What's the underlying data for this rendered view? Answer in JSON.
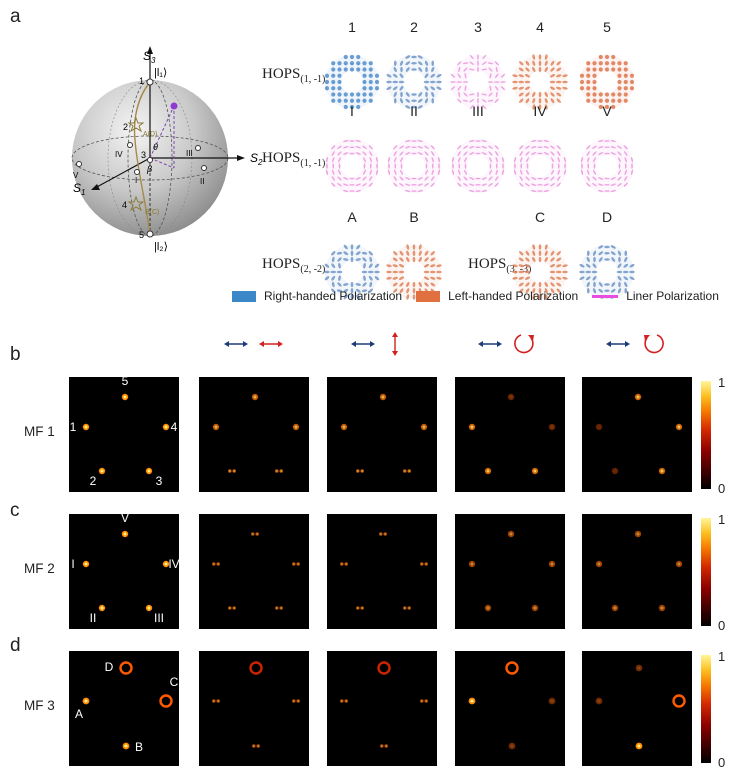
{
  "panels": {
    "a": "a",
    "b": "b",
    "c": "c",
    "d": "d"
  },
  "sphere": {
    "axis_s1": "S",
    "axis_s1_sub": "1",
    "axis_s2": "S",
    "axis_s2_sub": "2",
    "axis_s3": "S",
    "axis_s3_sub": "3",
    "ket_top": "|l₁⟩",
    "ket_bottom": "|l₂⟩",
    "theta": "θ",
    "beta": "β",
    "points": [
      "1",
      "2",
      "3",
      "4",
      "5",
      "I",
      "II",
      "III",
      "IV",
      "V"
    ],
    "star_labels": [
      "A(D)",
      "B(C)"
    ]
  },
  "hops_rows": [
    {
      "name": "HOPS",
      "sub": "(1, -1)",
      "rings": [
        {
          "label": "1",
          "kind": "R"
        },
        {
          "label": "2",
          "kind": "Rlin"
        },
        {
          "label": "3",
          "kind": "L0"
        },
        {
          "label": "4",
          "kind": "Llin"
        },
        {
          "label": "5",
          "kind": "Lh"
        }
      ]
    },
    {
      "name": "HOPS",
      "sub": "(1, -1)",
      "rings": [
        {
          "label": "I",
          "kind": "P"
        },
        {
          "label": "II",
          "kind": "P"
        },
        {
          "label": "III",
          "kind": "P"
        },
        {
          "label": "IV",
          "kind": "P"
        },
        {
          "label": "V",
          "kind": "P"
        }
      ]
    },
    {
      "name": "HOPS",
      "sub": "(2, -2)",
      "rings": [
        {
          "label": "A",
          "kind": "Rlin"
        },
        {
          "label": "B",
          "kind": "Llin"
        }
      ]
    },
    {
      "name": "HOPS",
      "sub": "(3, -3)",
      "rings": [
        {
          "label": "C",
          "kind": "Llin"
        },
        {
          "label": "D",
          "kind": "Rlin"
        }
      ]
    }
  ],
  "legend": [
    {
      "label": "Right-handed Polarization",
      "color": "#3b87c8"
    },
    {
      "label": "Left-handed Polarization",
      "color": "#e0703f"
    },
    {
      "label": "Liner Polarization",
      "color": "#e84ee0"
    }
  ],
  "rows": [
    {
      "label": "MF 1",
      "spot_labels": [
        "5",
        "1",
        "4",
        "2",
        "3"
      ]
    },
    {
      "label": "MF 2",
      "spot_labels": [
        "V",
        "I",
        "IV",
        "II",
        "III"
      ]
    },
    {
      "label": "MF 3",
      "spot_labels": [
        "D",
        "C",
        "A",
        "B"
      ]
    }
  ],
  "colorbar": {
    "max": "1",
    "min": "0"
  },
  "colors": {
    "arrow_blue": "#1e3a78",
    "arrow_red": "#d42020"
  }
}
